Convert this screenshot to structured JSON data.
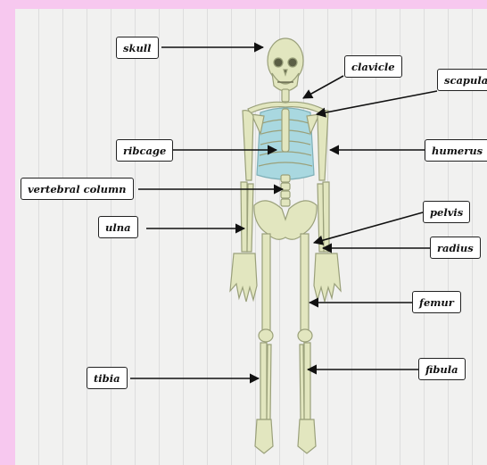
{
  "labels": {
    "skull": "skull",
    "clavicle": "clavicle",
    "scapula": "scapula",
    "ribcage": "ribcage",
    "humerus": "humerus",
    "vertebral_column": "vertebral column",
    "pelvis": "pelvis",
    "ulna": "ulna",
    "radius": "radius",
    "femur": "femur",
    "tibia": "tibia",
    "fibula": "fibula"
  },
  "colors": {
    "background": "#f7c8ef",
    "bone": "#e2e6bf",
    "bone_outline": "#9aa07a",
    "ribcage_tint": "#a9d8e0",
    "label_border": "#222222"
  }
}
